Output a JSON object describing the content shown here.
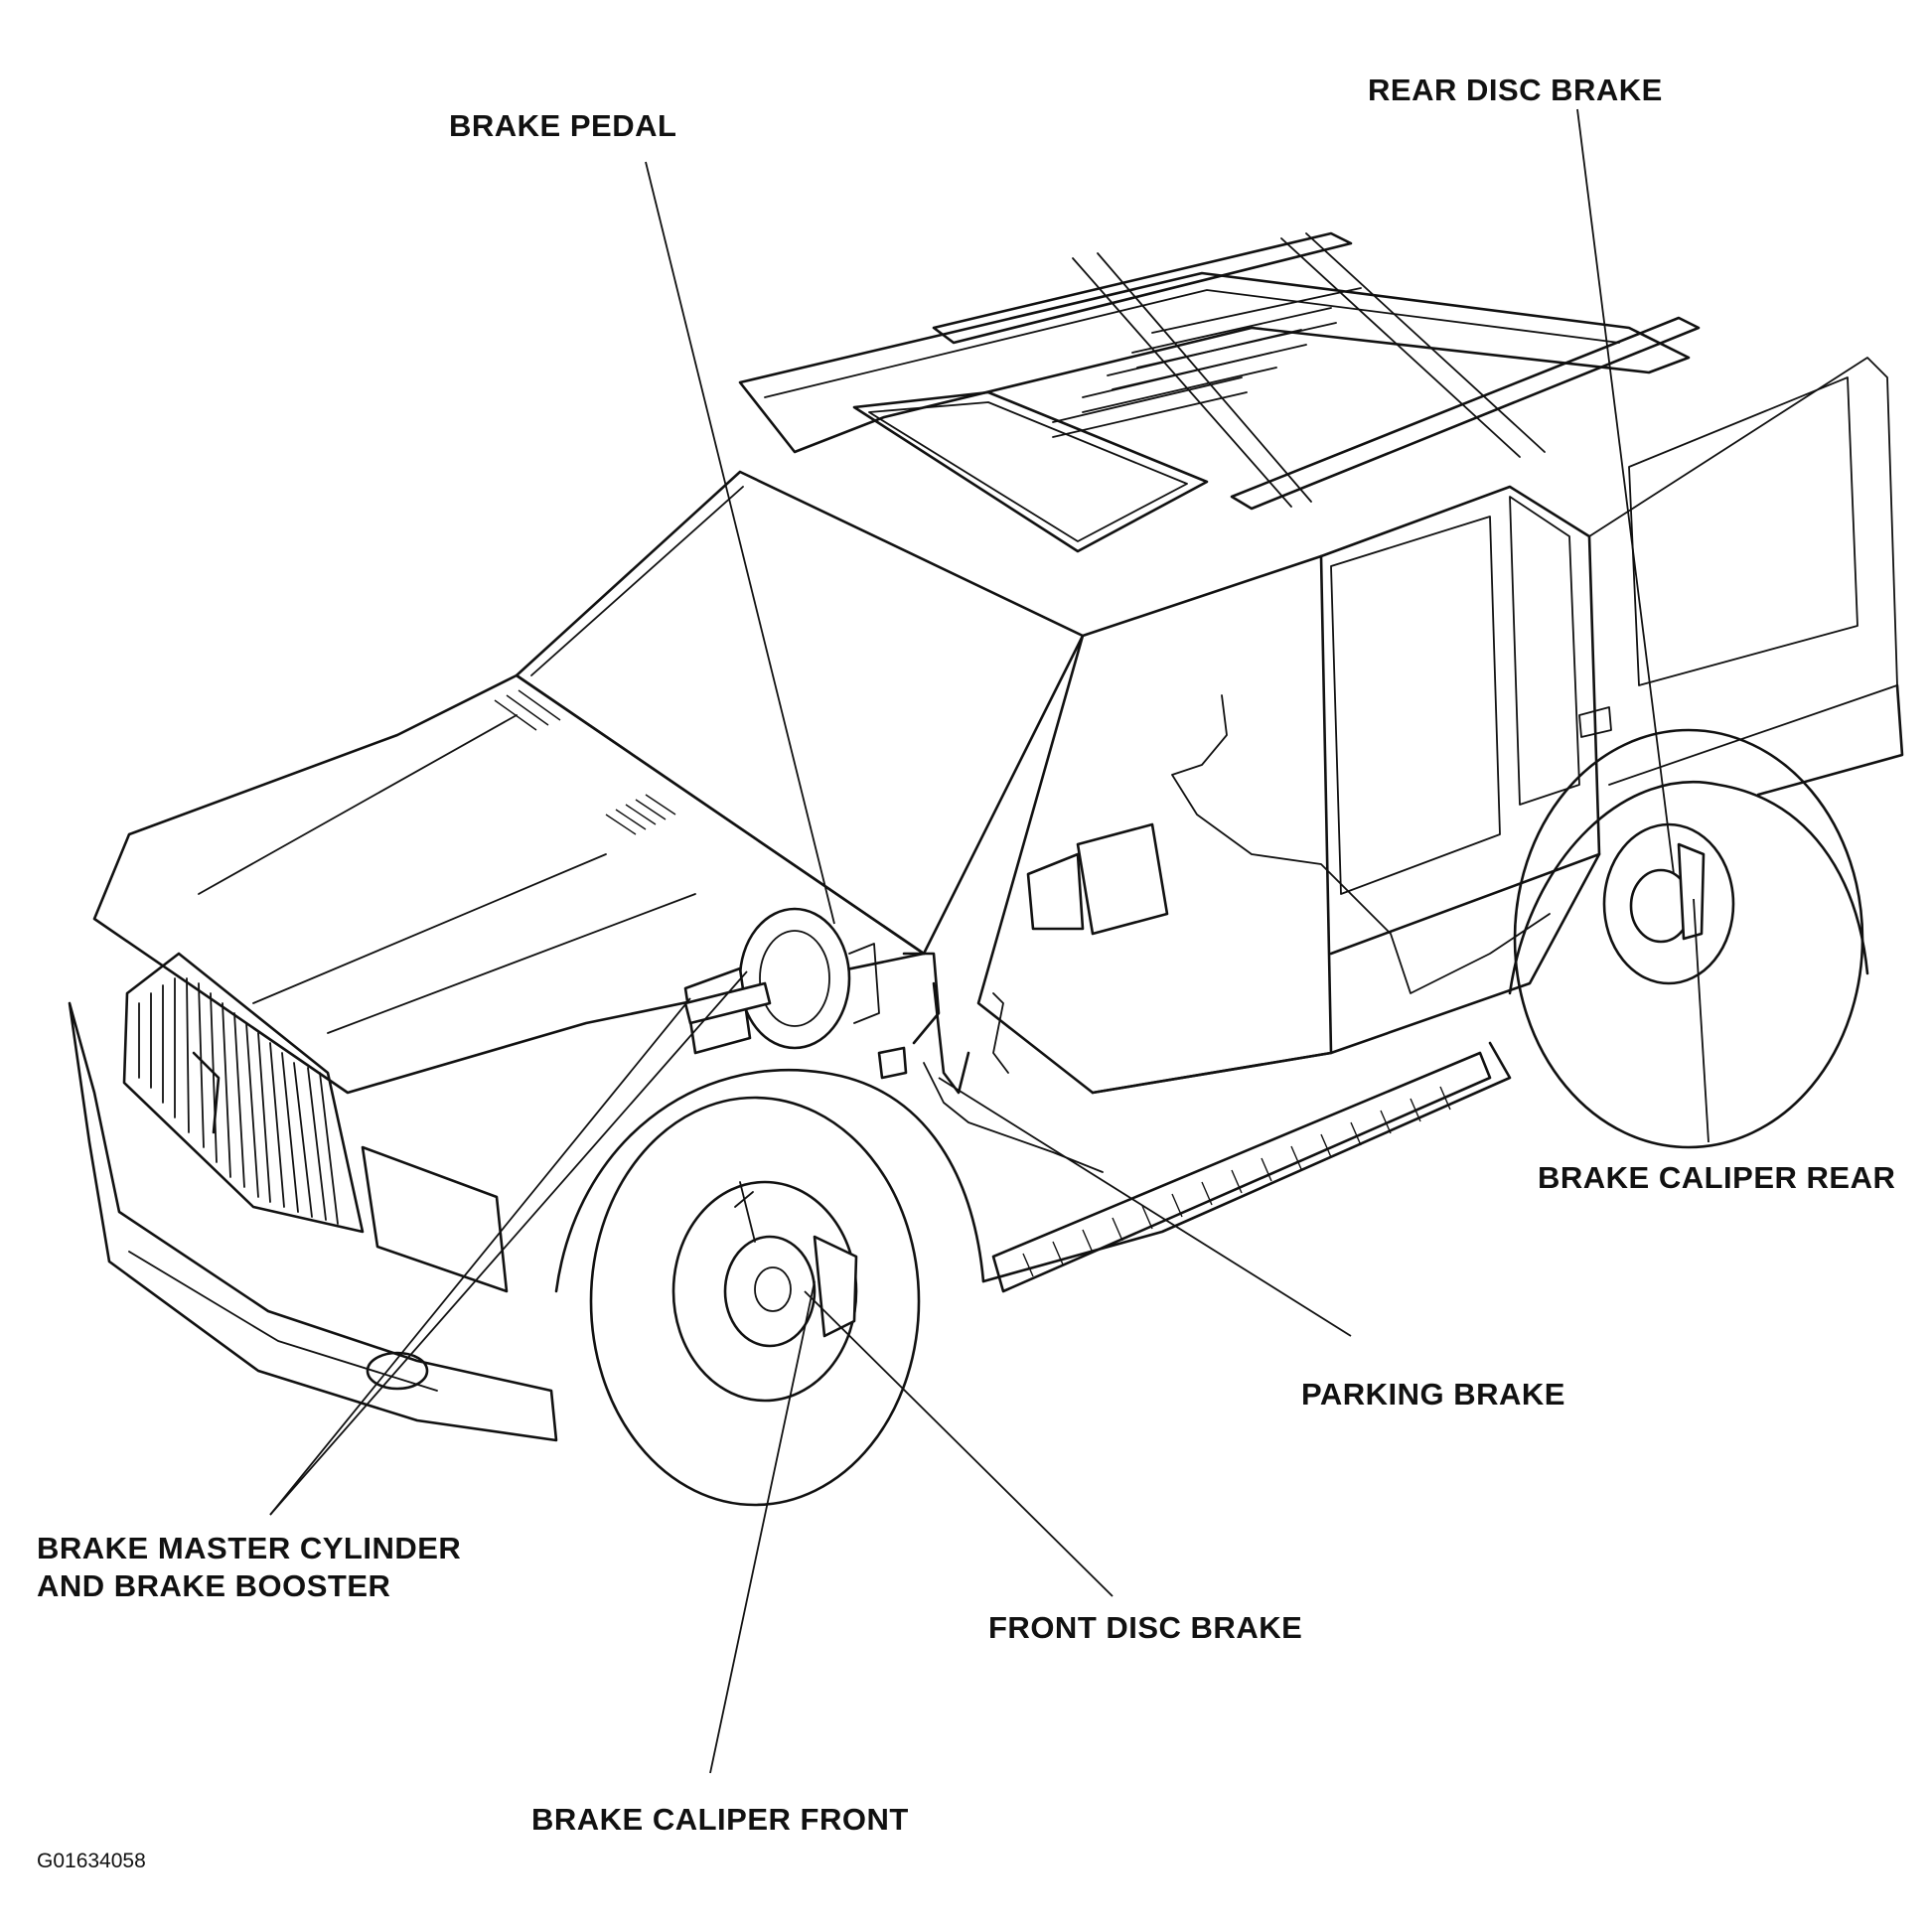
{
  "labels": {
    "brake_pedal": "BRAKE PEDAL",
    "rear_disc_brake": "REAR DISC BRAKE",
    "brake_caliper_rear": "BRAKE CALIPER REAR",
    "parking_brake": "PARKING BRAKE",
    "master_cylinder_line1": "BRAKE MASTER CYLINDER",
    "master_cylinder_line2": "AND BRAKE BOOSTER",
    "front_disc_brake": "FRONT DISC BRAKE",
    "brake_caliper_front": "BRAKE CALIPER FRONT"
  },
  "figure_code": "G01634058"
}
